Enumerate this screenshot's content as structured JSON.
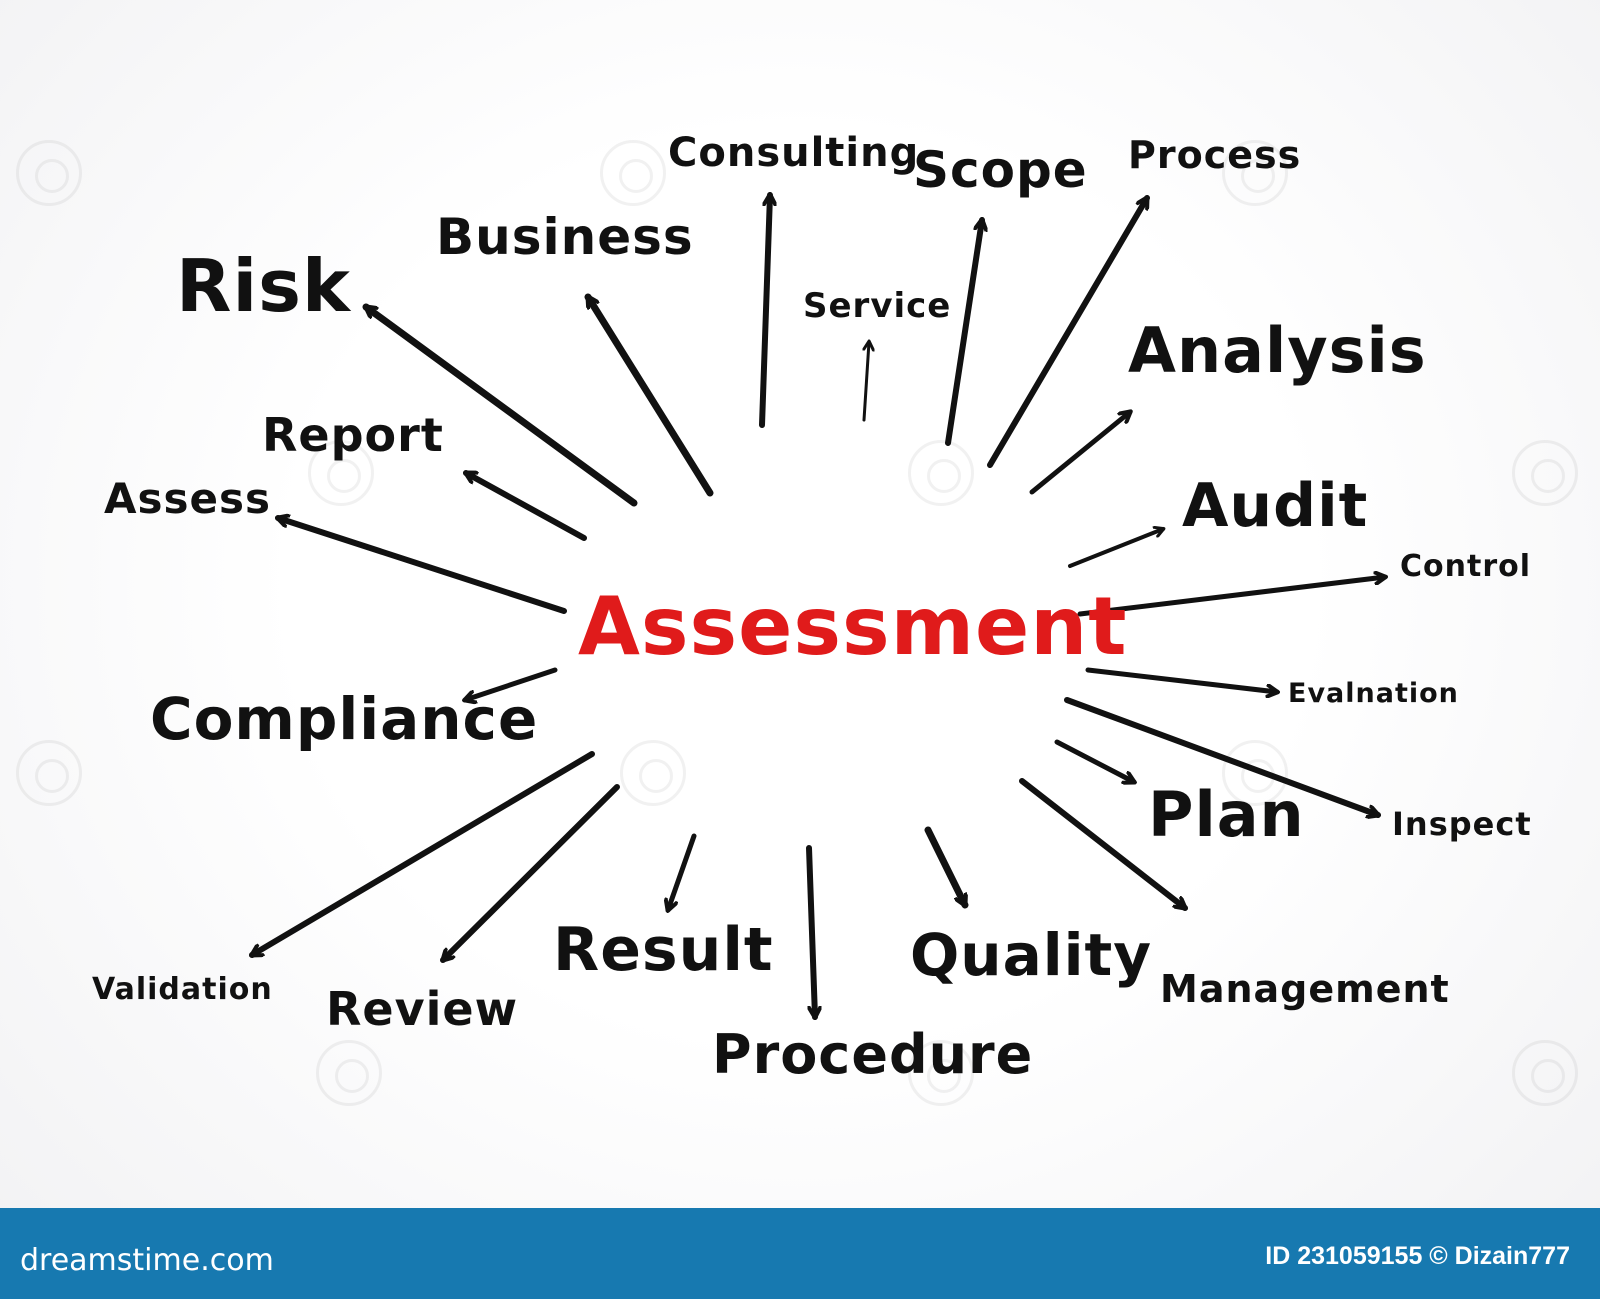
{
  "diagram": {
    "center_term": "Assessment",
    "center_color": "#e01b1b",
    "ink_color": "#111111",
    "terms": [
      {
        "key": "risk",
        "text": "Risk"
      },
      {
        "key": "business",
        "text": "Business"
      },
      {
        "key": "consulting",
        "text": "Consulting"
      },
      {
        "key": "scope",
        "text": "Scope"
      },
      {
        "key": "process",
        "text": "Process"
      },
      {
        "key": "service",
        "text": "Service"
      },
      {
        "key": "analysis",
        "text": "Analysis"
      },
      {
        "key": "report",
        "text": "Report"
      },
      {
        "key": "assess",
        "text": "Assess"
      },
      {
        "key": "audit",
        "text": "Audit"
      },
      {
        "key": "control",
        "text": "Control"
      },
      {
        "key": "compliance",
        "text": "Compliance"
      },
      {
        "key": "evalnation",
        "text": "Evalnation"
      },
      {
        "key": "plan",
        "text": "Plan"
      },
      {
        "key": "inspect",
        "text": "Inspect"
      },
      {
        "key": "validation",
        "text": "Validation"
      },
      {
        "key": "review",
        "text": "Review"
      },
      {
        "key": "result",
        "text": "Result"
      },
      {
        "key": "procedure",
        "text": "Procedure"
      },
      {
        "key": "quality",
        "text": "Quality"
      },
      {
        "key": "management",
        "text": "Management"
      }
    ]
  },
  "footer": {
    "brand": "dreamstime.com",
    "credit": "ID 231059155 © Dizain777",
    "bar_color": "#1779b0"
  },
  "watermark_icon": "dreamstime-spiral-logo-icon"
}
